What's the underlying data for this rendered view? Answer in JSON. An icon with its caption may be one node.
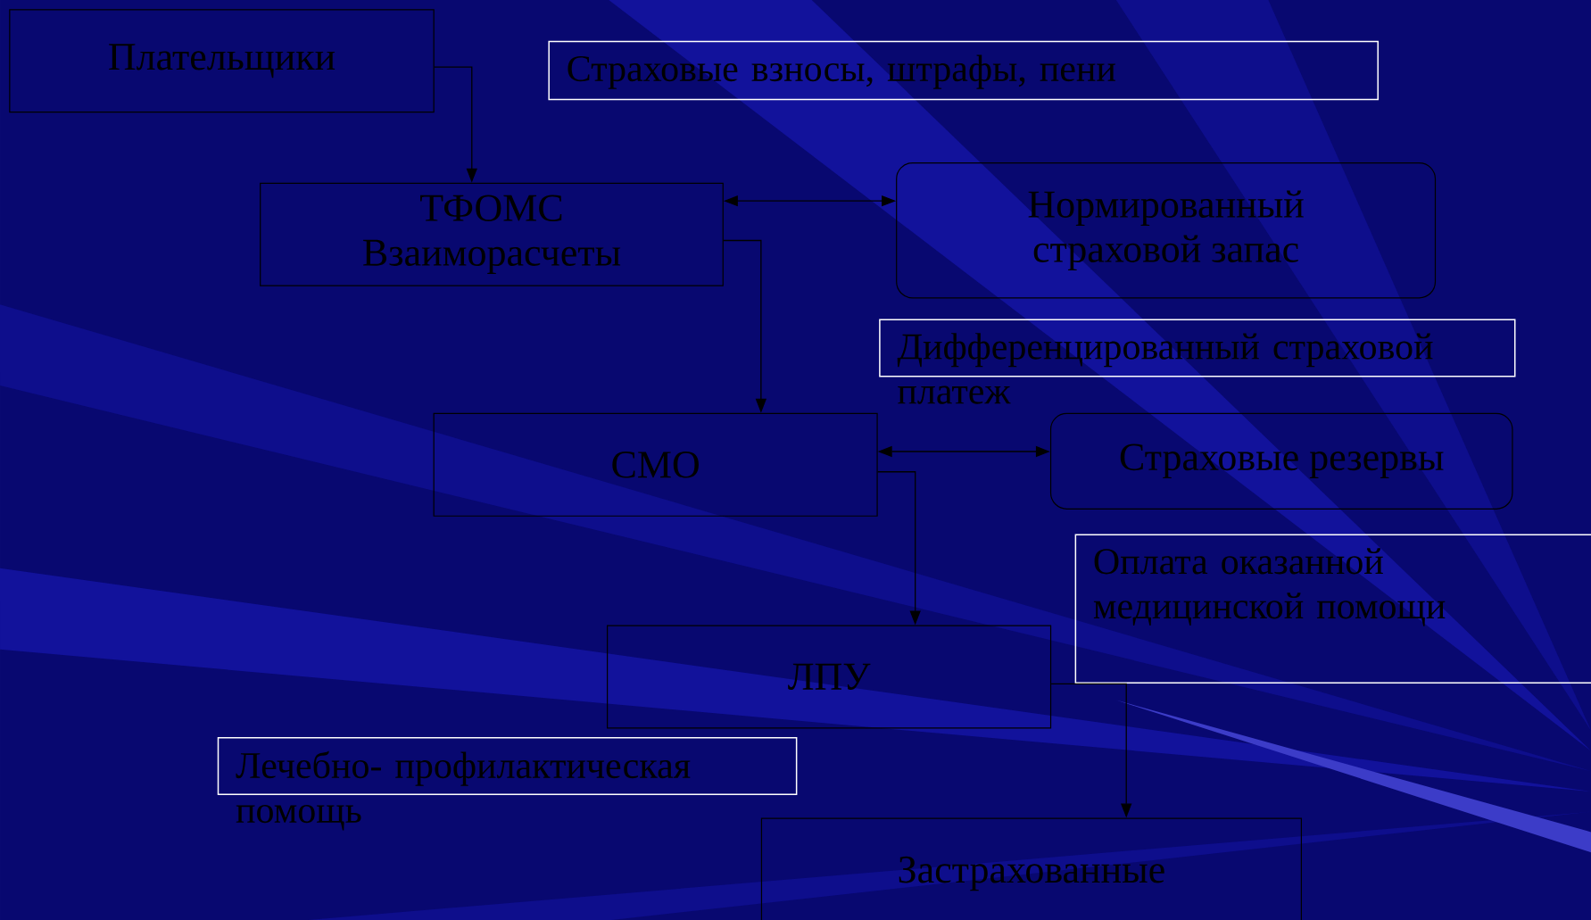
{
  "diagram": {
    "nodes": [
      {
        "text": [
          "Плательщики"
        ]
      },
      {
        "text": [
          "Страховые взносы, штрафы, пени"
        ]
      },
      {
        "text": [
          "ТФОМС",
          "Взаиморасчеты"
        ]
      },
      {
        "text": [
          "Нормированный страховой запас"
        ]
      },
      {
        "text": [
          "Дифференцированный страховой платеж"
        ]
      },
      {
        "text": [
          "СМО"
        ]
      },
      {
        "text": [
          "Страховые резервы"
        ]
      },
      {
        "text": [
          "Оплата оказанной медицинской помощи"
        ]
      },
      {
        "text": [
          "ЛПУ"
        ]
      },
      {
        "text": [
          "Лечебно- профилактическая помощь"
        ]
      },
      {
        "text": [
          "Застрахованные"
        ]
      }
    ],
    "edges": [
      {
        "from": 0,
        "to": 2,
        "arrow": "to"
      },
      {
        "from": 2,
        "to": 3,
        "arrow": "both"
      },
      {
        "from": 2,
        "to": 5,
        "arrow": "to"
      },
      {
        "from": 5,
        "to": 6,
        "arrow": "both"
      },
      {
        "from": 5,
        "to": 8,
        "arrow": "to"
      },
      {
        "from": 8,
        "to": 10,
        "arrow": "to"
      }
    ]
  }
}
